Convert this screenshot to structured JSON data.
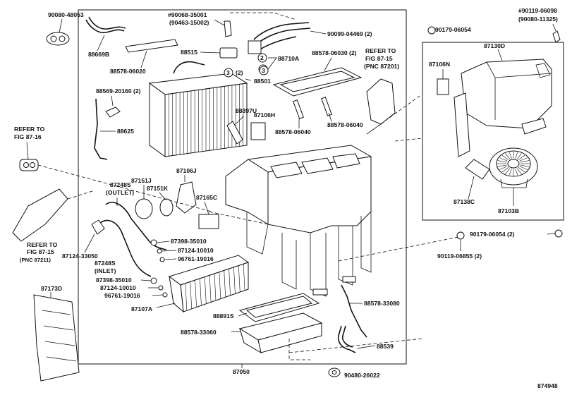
{
  "diagram_id": "874948",
  "labels": {
    "p90080_48053": "90080-48053",
    "p88669B": "88669B",
    "p90068_35001": "#90068-35001",
    "p90463_15002": "(90463-15002)",
    "p90099_04469": "90099-04469 (2)",
    "p88515": "88515",
    "p88578_06020": "88578-06020",
    "p88710A": "88710A",
    "p88578_06030": "88578-06030 (2)",
    "refer_87_15_top_a": "REFER TO",
    "refer_87_15_top_b": "FIG 87-15",
    "refer_87_15_top_c": "(PNC 87201)",
    "p88501": "88501",
    "circ3_count": "(2)",
    "p88569_20160": "88569-20160 (2)",
    "p88897U": "88897U",
    "p87106H": "87106H",
    "p88578_06040_a": "88578-06040",
    "p88578_06040_b": "88578-06040",
    "p88625": "88625",
    "refer_87_16_a": "REFER TO",
    "refer_87_16_b": "FIG 87-16",
    "p87248S_out": "87248S",
    "p87248S_out_sub": "(OUTLET)",
    "p87151J": "87151J",
    "p87106J": "87106J",
    "p87151K": "87151K",
    "p87165C": "87165C",
    "refer_87_15_bot_a": "REFER TO",
    "refer_87_15_bot_b": "FIG 87-15",
    "refer_87_15_bot_c": "(PNC 87211)",
    "p87398_35010_a": "87398-35010",
    "p87124_10010_a": "87124-10010",
    "p96761_19016_a": "96761-19016",
    "p87124_33050": "87124-33050",
    "p87248S_in": "87248S",
    "p87248S_in_sub": "(INLET)",
    "p87398_35010_b": "87398-35010",
    "p87124_10010_b": "87124-10010",
    "p96761_19016_b": "96761-19016",
    "p87107A": "87107A",
    "p87173D": "87173D",
    "p88891S": "88891S",
    "p88578_33060": "88578-33060",
    "p88578_33080": "88578-33080",
    "p88539": "88539",
    "p90480_26022": "90480-26022",
    "p87050": "87050",
    "p90179_06054_top": "90179-06054",
    "p90119_06098": "#90119-06098",
    "p90080_11325": "(90080-11325)",
    "p87130D": "87130D",
    "p87106N": "87106N",
    "p87138C": "87138C",
    "p87103B": "87103B",
    "p90179_06054_bot": "90179-06054 (2)",
    "p90119_06855": "90119-06855 (2)",
    "circle_2": "2",
    "circle_3a": "3",
    "circle_3b": "3",
    "circle_3c": "3"
  }
}
